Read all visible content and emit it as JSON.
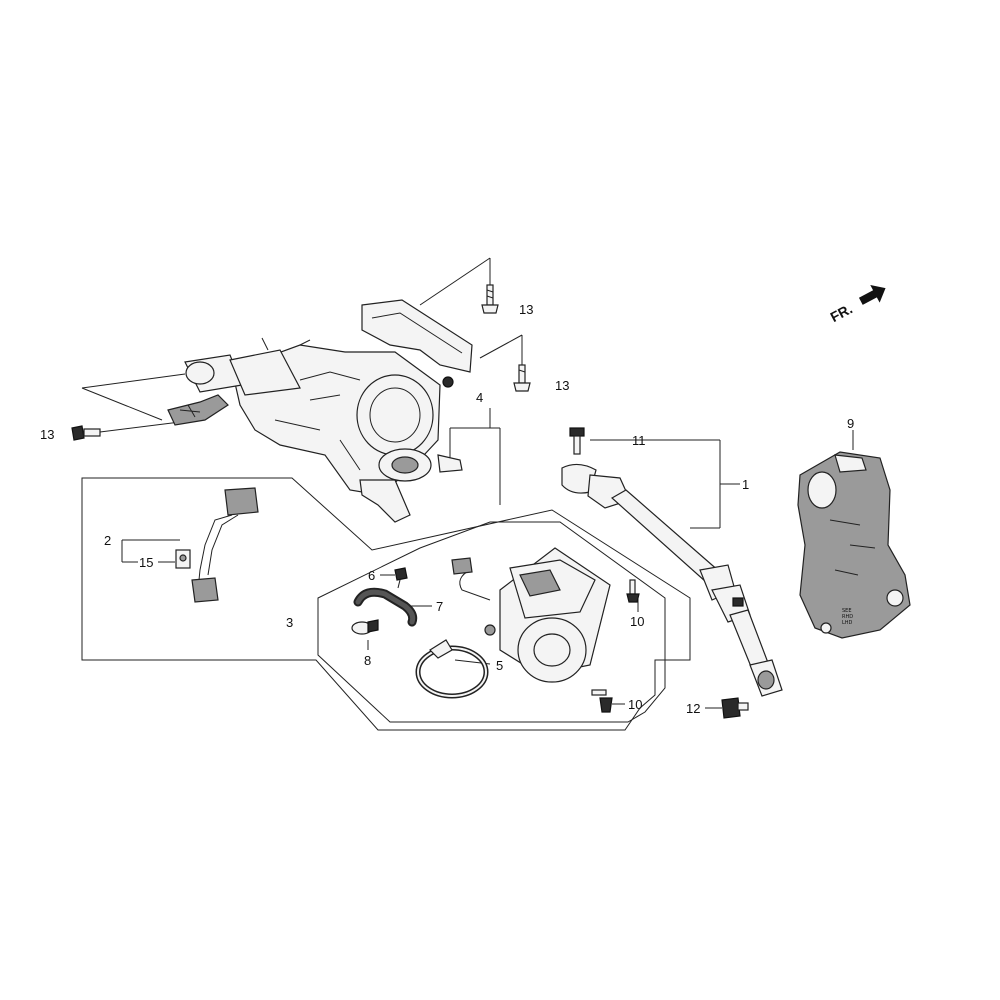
{
  "direction": {
    "label": "FR."
  },
  "callouts": {
    "p1": "1",
    "p2": "2",
    "p3": "3",
    "p4": "4",
    "p5": "5",
    "p6": "6",
    "p7": "7",
    "p8": "8",
    "p9": "9",
    "p10a": "10",
    "p10b": "10",
    "p11": "11",
    "p12": "12",
    "p13a": "13",
    "p13b": "13",
    "p13c": "13",
    "p15": "15"
  }
}
